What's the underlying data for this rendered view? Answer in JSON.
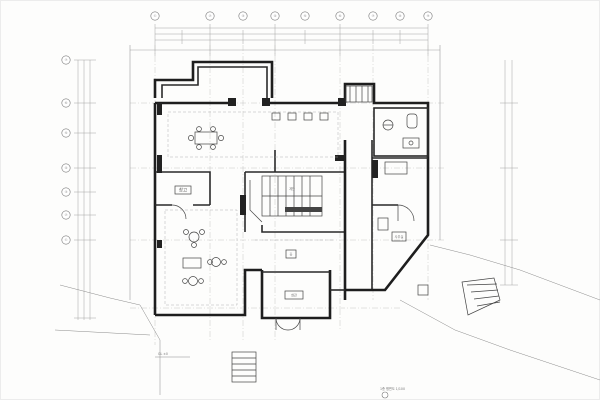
{
  "drawing": {
    "top_grid_bubbles": [
      "①",
      "②",
      "③",
      "④",
      "⑤",
      "⑥",
      "⑦",
      "⑧",
      "⑨"
    ],
    "left_grid_bubbles": [
      "⑦",
      "⑥",
      "⑤",
      "④",
      "③",
      "②",
      "①"
    ],
    "room_labels": {
      "storage": "창고",
      "stair": "계단",
      "hall": "홀",
      "entrance": "현관",
      "office": "사무실"
    },
    "notes": {
      "level": "GL ±0",
      "scale": "1층 평면도 1/100"
    }
  }
}
